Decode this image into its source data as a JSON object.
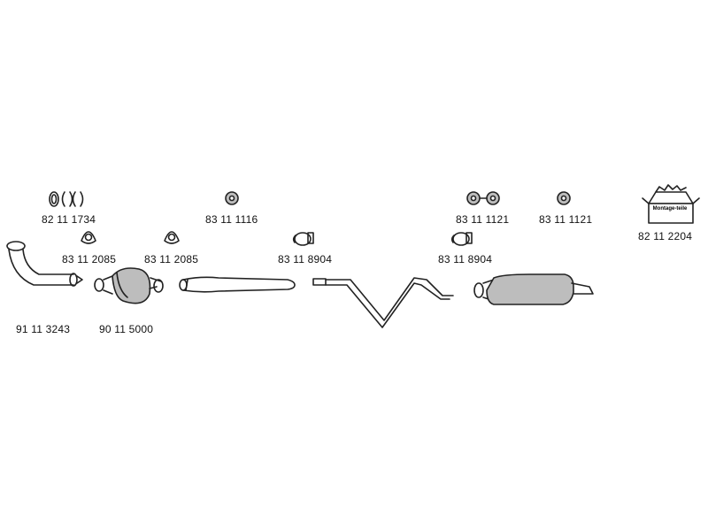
{
  "parts": {
    "clamp_kit_top_left": {
      "number": "82 11 1734",
      "icon": "ring-clamp-set-icon"
    },
    "gasket_1": {
      "number": "83 11 2085",
      "icon": "triangle-gasket-icon"
    },
    "gasket_2": {
      "number": "83 11 2085",
      "icon": "triangle-gasket-icon"
    },
    "rubber_mount_1": {
      "number": "83 11 1116",
      "icon": "rubber-ring-icon"
    },
    "clamp_1": {
      "number": "83 11 8904",
      "icon": "pipe-clamp-icon"
    },
    "clamp_2": {
      "number": "83 11 8904",
      "icon": "pipe-clamp-icon"
    },
    "rubber_mount_pair": {
      "number": "83 11 1121",
      "icon": "rubber-ring-pair-icon"
    },
    "rubber_mount_pair_2": {
      "number": "83 11 1121",
      "icon": "rubber-ring-pair-icon"
    },
    "mounting_kit": {
      "number": "82 11 2204",
      "icon": "mounting-kit-box-icon",
      "box_label": "Montage-teile"
    },
    "front_pipe": {
      "number": "91 11 3243",
      "icon": "front-pipe-icon"
    },
    "catalytic_converter": {
      "number": "90 11 5000",
      "icon": "catalytic-converter-icon"
    },
    "intermediate_pipe": {
      "icon": "intermediate-pipe-icon"
    },
    "middle_pipe": {
      "icon": "bent-middle-pipe-icon"
    },
    "rear_silencer": {
      "icon": "rear-silencer-icon"
    }
  },
  "colors": {
    "line": "#222222",
    "fill": "#ffffff",
    "shade": "#bdbdbd"
  }
}
